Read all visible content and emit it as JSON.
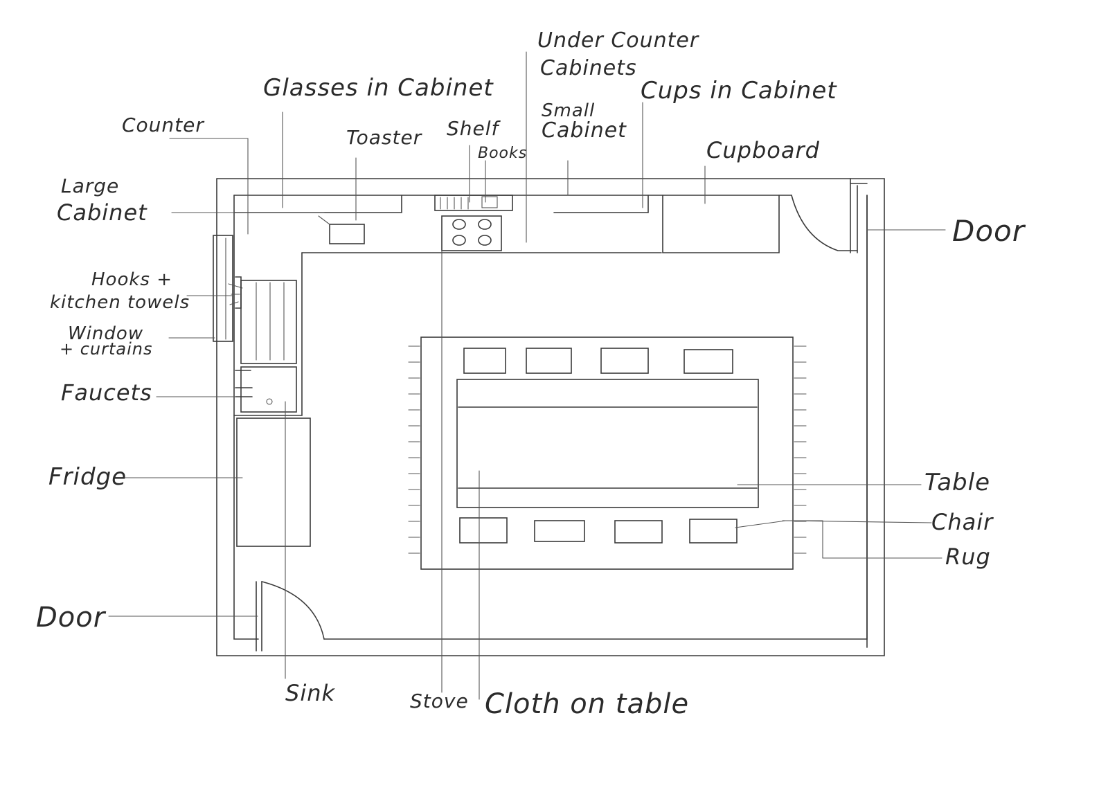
{
  "labels": {
    "under_counter_cabinets_1": "Under Counter",
    "under_counter_cabinets_2": "Cabinets",
    "glasses_in_cabinet": "Glasses in Cabinet",
    "cups_in_cabinet": "Cups in Cabinet",
    "counter": "Counter",
    "toaster": "Toaster",
    "shelf": "Shelf",
    "books": "Books",
    "small_cabinet_1": "Small",
    "small_cabinet_2": "Cabinet",
    "cupboard": "Cupboard",
    "large_cabinet_1": "Large",
    "large_cabinet_2": "Cabinet",
    "door_right": "Door",
    "hooks_1": "Hooks +",
    "hooks_2": "kitchen towels",
    "window_1": "Window",
    "window_2": "+ curtains",
    "faucets": "Faucets",
    "fridge": "Fridge",
    "door_left": "Door",
    "table": "Table",
    "chair": "Chair",
    "rug": "Rug",
    "sink": "Sink",
    "stove": "Stove",
    "cloth_on_table": "Cloth on table"
  }
}
